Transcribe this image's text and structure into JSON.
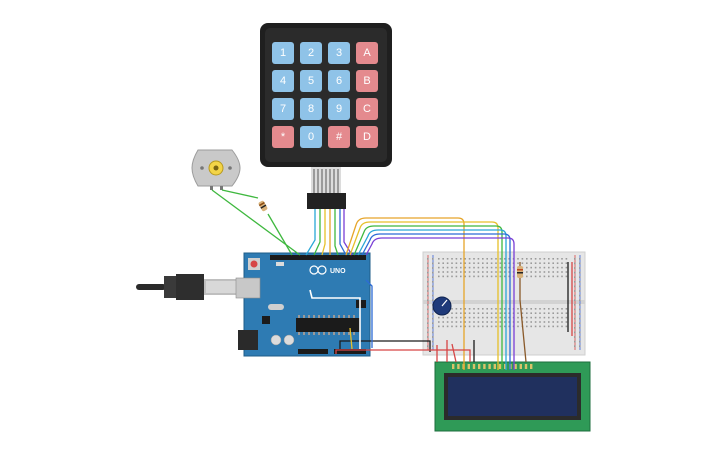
{
  "keypad": {
    "rows": [
      [
        "1",
        "2",
        "3",
        "A"
      ],
      [
        "4",
        "5",
        "6",
        "B"
      ],
      [
        "7",
        "8",
        "9",
        "C"
      ],
      [
        "*",
        "0",
        "#",
        "D"
      ]
    ],
    "colors": {
      "number_key": "#8fc3e8",
      "letter_key": "#e48a8e",
      "body": "#1f1f1f"
    }
  },
  "arduino": {
    "model_label": "UNO",
    "board_color": "#2e7bb3"
  },
  "wires": {
    "colors": [
      "#e6a52a",
      "#e6c02a",
      "#3fb83f",
      "#2aa7d6",
      "#2c6bd6",
      "#7a3fd6"
    ]
  }
}
